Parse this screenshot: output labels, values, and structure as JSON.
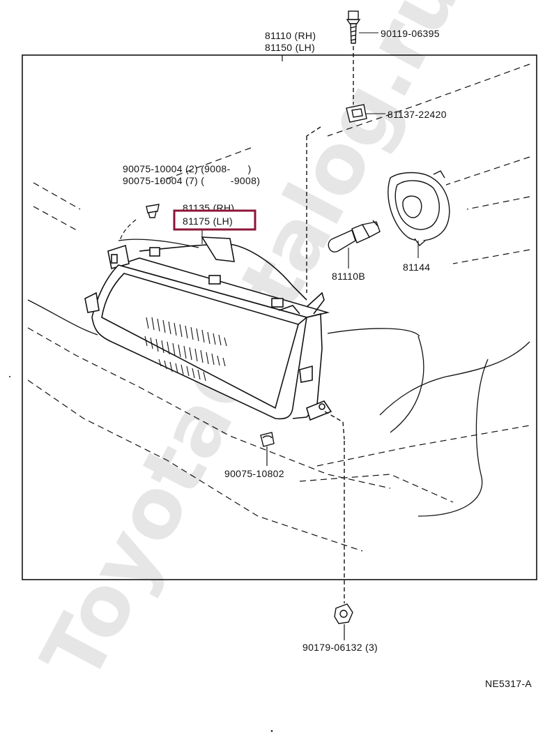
{
  "watermark": "ToyotaCatalog.ru",
  "labels": {
    "headlamp_rh": "81110 (RH)",
    "headlamp_lh": "81150 (LH)",
    "screw": "90119-06395",
    "clip_nut": "81137-22420",
    "clip_a": "90075-10004 (2) (9008-      )",
    "clip_b": "90075-10004 (7) (         -9008)",
    "unit_rh": "81135 (RH)",
    "unit_lh": "81175 (LH)",
    "bulb": "81110B",
    "socket_cover": "81144",
    "bottom_clip": "90075-10802",
    "bottom_nut": "90179-06132 (3)",
    "diagram_code": "NE5317-A"
  },
  "highlight_color": "#8b1538"
}
